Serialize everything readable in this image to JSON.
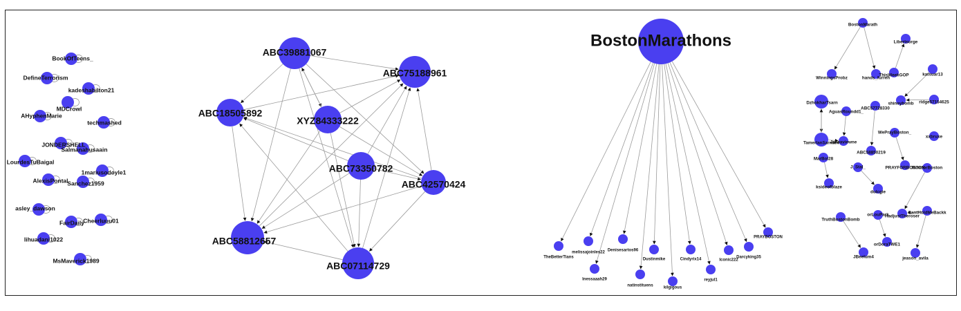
{
  "colors": {
    "node": "#4a3ff0",
    "edge": "#9a9a9a",
    "frame": "#222222"
  },
  "panel1": {
    "nodes": [
      {
        "id": "p1n1",
        "label": "BookOfTeens_",
        "loop": true
      },
      {
        "id": "p1n2",
        "label": "DefineTerrorism",
        "loop": true
      },
      {
        "id": "p1n3",
        "label": "kadeshabilton21",
        "loop": true
      },
      {
        "id": "p1n4",
        "label": "MDCrowl",
        "loop": true
      },
      {
        "id": "p1n5",
        "label": "AHyphenMarie",
        "loop": true
      },
      {
        "id": "p1n6",
        "label": "techmashed",
        "loop": true
      },
      {
        "id": "p1n7",
        "label": "JONDERSHELL",
        "loop": true
      },
      {
        "id": "p1n8",
        "label": "Salmanahusaain",
        "loop": true
      },
      {
        "id": "p1n9",
        "label": "LourdesTuBaigal",
        "loop": true
      },
      {
        "id": "p1n10",
        "label": "1mariusodoyle1",
        "loop": true
      },
      {
        "id": "p1n11",
        "label": "AlexisPontal",
        "loop": true
      },
      {
        "id": "p1n12",
        "label": "Sanchez1959",
        "loop": true
      },
      {
        "id": "p1n13",
        "label": "asley_dawson",
        "loop": true
      },
      {
        "id": "p1n14",
        "label": "Cheerluuu01",
        "loop": true
      },
      {
        "id": "p1n15",
        "label": "FairDaily",
        "loop": true
      },
      {
        "id": "p1n16",
        "label": "lihuadani1022",
        "loop": true
      },
      {
        "id": "p1n17",
        "label": "MsMaverick1989",
        "loop": true
      }
    ],
    "edges": []
  },
  "panel2": {
    "nodes": [
      {
        "id": "A39",
        "label": "ABC39881067"
      },
      {
        "id": "A75",
        "label": "ABC75188961"
      },
      {
        "id": "A18",
        "label": "ABC18505892"
      },
      {
        "id": "X84",
        "label": "XYZ84333222"
      },
      {
        "id": "A73",
        "label": "ABC73350782"
      },
      {
        "id": "A42",
        "label": "ABC42570424"
      },
      {
        "id": "A58",
        "label": "ABC58812657"
      },
      {
        "id": "A07",
        "label": "ABC07114729"
      }
    ],
    "edges": [
      [
        "A39",
        "A75"
      ],
      [
        "A39",
        "A18"
      ],
      [
        "A39",
        "X84"
      ],
      [
        "X84",
        "A39"
      ],
      [
        "A39",
        "A58"
      ],
      [
        "A39",
        "A07"
      ],
      [
        "A39",
        "A42"
      ],
      [
        "A18",
        "A75"
      ],
      [
        "A18",
        "A58"
      ],
      [
        "X84",
        "A75"
      ],
      [
        "X84",
        "A58"
      ],
      [
        "X84",
        "A07"
      ],
      [
        "X84",
        "A42"
      ],
      [
        "A73",
        "A18"
      ],
      [
        "A73",
        "A75"
      ],
      [
        "A73",
        "A58"
      ],
      [
        "A73",
        "A07"
      ],
      [
        "A73",
        "A42"
      ],
      [
        "A42",
        "A75"
      ],
      [
        "A42",
        "A58"
      ],
      [
        "A42",
        "A07"
      ],
      [
        "A42",
        "A18"
      ],
      [
        "A07",
        "A75"
      ],
      [
        "A07",
        "A18"
      ],
      [
        "A07",
        "A58"
      ],
      [
        "A58",
        "A75"
      ]
    ]
  },
  "panel3": {
    "nodes": [
      {
        "id": "BM",
        "label": "BostonMarathons"
      },
      {
        "id": "t1",
        "label": "TheBetterTians"
      },
      {
        "id": "t2",
        "label": "melissajoinles22"
      },
      {
        "id": "t3",
        "label": "lnessaaah29"
      },
      {
        "id": "t4",
        "label": "Denisesartos96"
      },
      {
        "id": "t5",
        "label": "natinstituens"
      },
      {
        "id": "t6",
        "label": "Dustinmike"
      },
      {
        "id": "t7",
        "label": "kilgigous"
      },
      {
        "id": "t8",
        "label": "Cindyrix14"
      },
      {
        "id": "t9",
        "label": "reyjul1"
      },
      {
        "id": "t10",
        "label": "Iconic222"
      },
      {
        "id": "t11",
        "label": "Darcyking35"
      },
      {
        "id": "t12",
        "label": "PRAYBOSTON"
      }
    ],
    "edges": [
      [
        "BM",
        "t1"
      ],
      [
        "BM",
        "t2"
      ],
      [
        "BM",
        "t3"
      ],
      [
        "BM",
        "t4"
      ],
      [
        "BM",
        "t5"
      ],
      [
        "BM",
        "t6"
      ],
      [
        "BM",
        "t7"
      ],
      [
        "BM",
        "t8"
      ],
      [
        "BM",
        "t9"
      ],
      [
        "BM",
        "t10"
      ],
      [
        "BM",
        "t11"
      ],
      [
        "BM",
        "t12"
      ]
    ]
  },
  "panel4": {
    "nodes": [
      {
        "id": "q1",
        "label": "BostonMarath"
      },
      {
        "id": "q2",
        "label": "Libertsurge"
      },
      {
        "id": "q3",
        "label": "WinningsProbz"
      },
      {
        "id": "q4",
        "label": "hands_furreh"
      },
      {
        "id": "q5",
        "label": "ThisWeekGOP"
      },
      {
        "id": "q6",
        "label": "katsuar13"
      },
      {
        "id": "q7",
        "label": "DzhokharTsarn"
      },
      {
        "id": "q8",
        "label": "AguasRoundd1_"
      },
      {
        "id": "q9",
        "label": "ABC57728330"
      },
      {
        "id": "q10",
        "label": "shineybomb"
      },
      {
        "id": "q11",
        "label": "ridge57154625"
      },
      {
        "id": "q12",
        "label": "TamerlanSarnaev"
      },
      {
        "id": "q13",
        "label": "Jakeaviewne"
      },
      {
        "id": "q14",
        "label": "WePrayBoston_"
      },
      {
        "id": "q15",
        "label": "ABC58850219"
      },
      {
        "id": "q16",
        "label": "xxbruxe"
      },
      {
        "id": "q17",
        "label": "MarBol28"
      },
      {
        "id": "q18",
        "label": "J_Stal_"
      },
      {
        "id": "q19",
        "label": "PRAYFORBOSTON"
      },
      {
        "id": "q20",
        "label": "RuntforBoston"
      },
      {
        "id": "q21",
        "label": "ksideofblaze"
      },
      {
        "id": "q22",
        "label": "dulcgie"
      },
      {
        "id": "q23",
        "label": "CantHoldMeBackk"
      },
      {
        "id": "q24",
        "label": "orLouPark"
      },
      {
        "id": "q25",
        "label": "HadjustTheroser"
      },
      {
        "id": "q26",
        "label": "TruthBostonBomb"
      },
      {
        "id": "q27",
        "label": "orDoraTWE1"
      },
      {
        "id": "q28",
        "label": "JBeelum4"
      },
      {
        "id": "q29",
        "label": "jeason_avila"
      }
    ],
    "edges": [
      [
        "q1",
        "q3"
      ],
      [
        "q1",
        "q4"
      ],
      [
        "q5",
        "q2"
      ],
      [
        "q6",
        "q10"
      ],
      [
        "q7",
        "q12"
      ],
      [
        "q12",
        "q7"
      ],
      [
        "q8",
        "q13"
      ],
      [
        "q9",
        "q15"
      ],
      [
        "q11",
        "q10"
      ],
      [
        "q14",
        "q19"
      ],
      [
        "q17",
        "q21"
      ],
      [
        "q18",
        "q22"
      ],
      [
        "q20",
        "q25"
      ],
      [
        "q23",
        "q25"
      ],
      [
        "q24",
        "q27"
      ],
      [
        "q26",
        "q28"
      ],
      [
        "q23",
        "q29"
      ],
      [
        "q12",
        "q13"
      ]
    ]
  }
}
